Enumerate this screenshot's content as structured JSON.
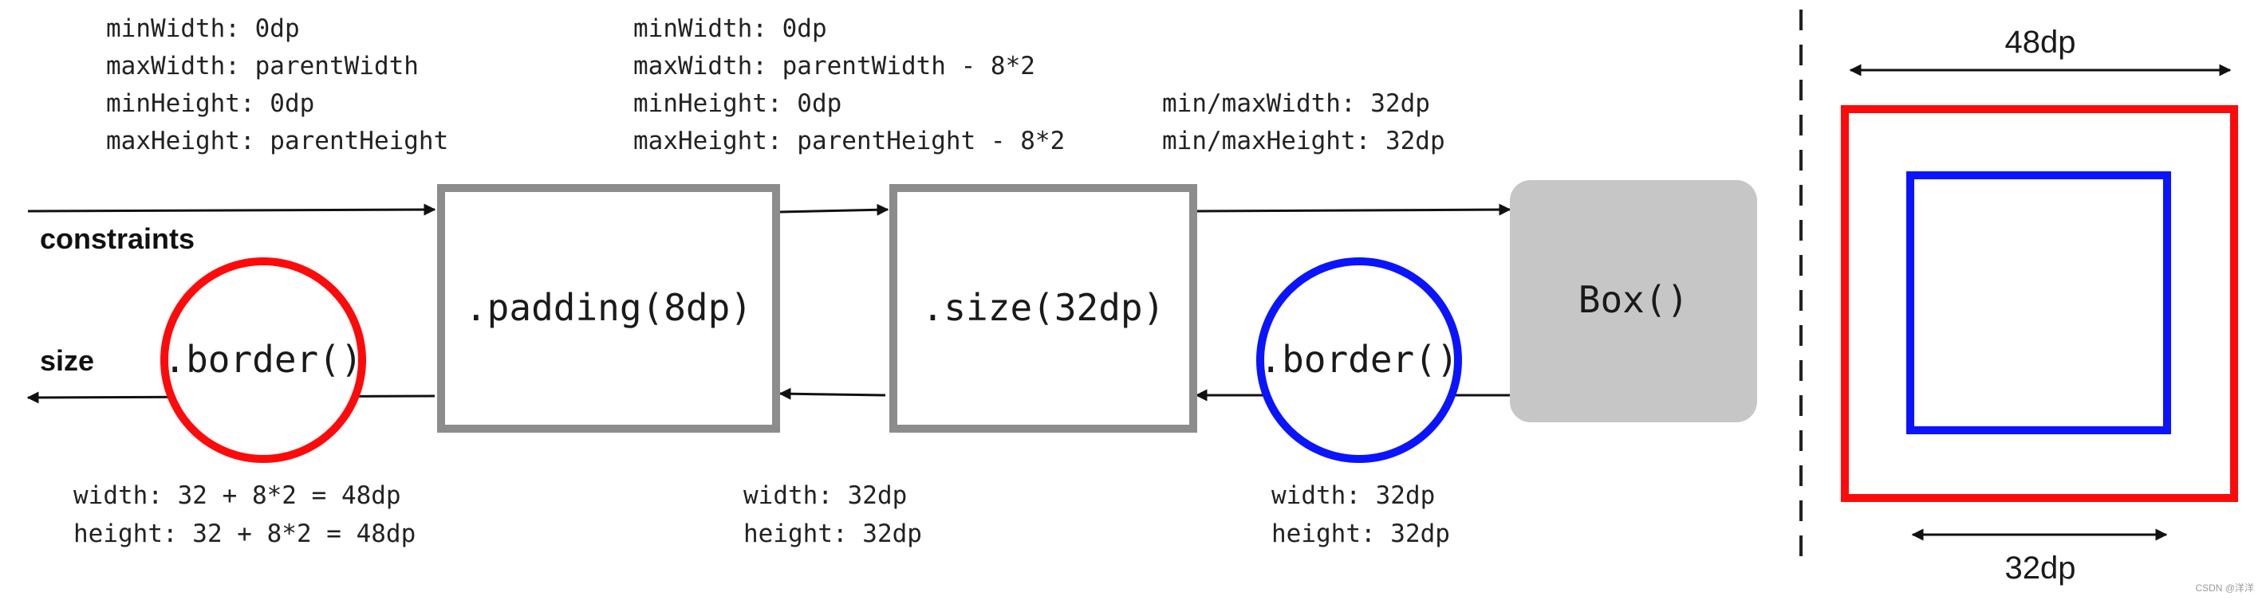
{
  "colors": {
    "node_border": "#8c8c8c",
    "box_fill": "#c6c6c6",
    "border_red": "#ff0a0a",
    "border_blue": "#0a14ff",
    "text": "#1a1a1a",
    "arrow": "#111111"
  },
  "flow_labels": {
    "constraints": "constraints",
    "size": "size"
  },
  "nodes": {
    "padding": ".padding(8dp)",
    "size": ".size(32dp)",
    "box": "Box()",
    "border_red": ".border()",
    "border_blue": ".border()"
  },
  "constraints_blocks": [
    {
      "lines": [
        "minWidth:  0dp",
        "maxWidth:  parentWidth",
        "minHeight: 0dp",
        "maxHeight: parentHeight"
      ]
    },
    {
      "lines": [
        "minWidth:  0dp",
        "maxWidth:  parentWidth - 8*2",
        "minHeight: 0dp",
        "maxHeight: parentHeight - 8*2"
      ]
    },
    {
      "lines": [
        "min/maxWidth:  32dp",
        "min/maxHeight: 32dp"
      ]
    }
  ],
  "size_blocks": [
    {
      "lines": [
        "width:  32 + 8*2 = 48dp",
        "height: 32 + 8*2 = 48dp"
      ]
    },
    {
      "lines": [
        "width:  32dp",
        "height: 32dp"
      ]
    },
    {
      "lines": [
        "width:  32dp",
        "height: 32dp"
      ]
    }
  ],
  "illustration": {
    "outer_label": "48dp",
    "inner_label": "32dp"
  },
  "watermark": "CSDN @洋洋"
}
